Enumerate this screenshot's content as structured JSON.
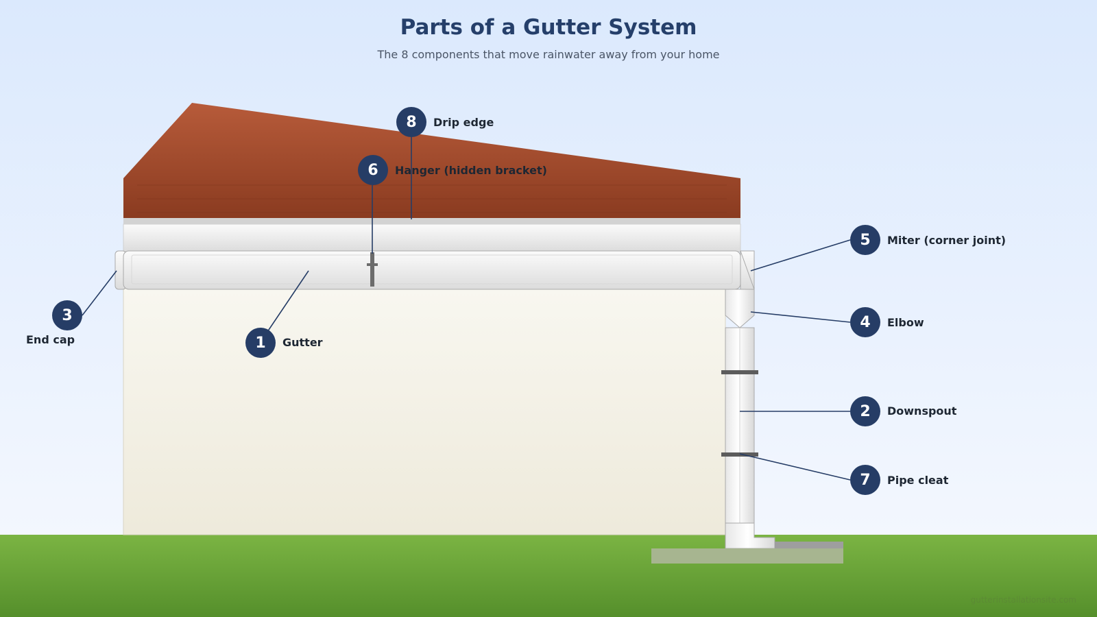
{
  "header": {
    "title": "Parts of a Gutter System",
    "subtitle": "The 8 components that move rainwater away from your home"
  },
  "callouts": [
    {
      "number": "1",
      "label": "Gutter"
    },
    {
      "number": "2",
      "label": "Downspout"
    },
    {
      "number": "3",
      "label": "End cap"
    },
    {
      "number": "4",
      "label": "Elbow"
    },
    {
      "number": "5",
      "label": "Miter (corner joint)"
    },
    {
      "number": "6",
      "label": "Hanger (hidden bracket)"
    },
    {
      "number": "7",
      "label": "Pipe cleat"
    },
    {
      "number": "8",
      "label": "Drip edge"
    }
  ],
  "watermark": "gutterinstallationsite.com",
  "colors": {
    "badge": "#263d66",
    "roof": "#a34c2e",
    "grass": "#6aa63a",
    "sky": "#dce9fd",
    "wall": "#f3f0e2"
  }
}
